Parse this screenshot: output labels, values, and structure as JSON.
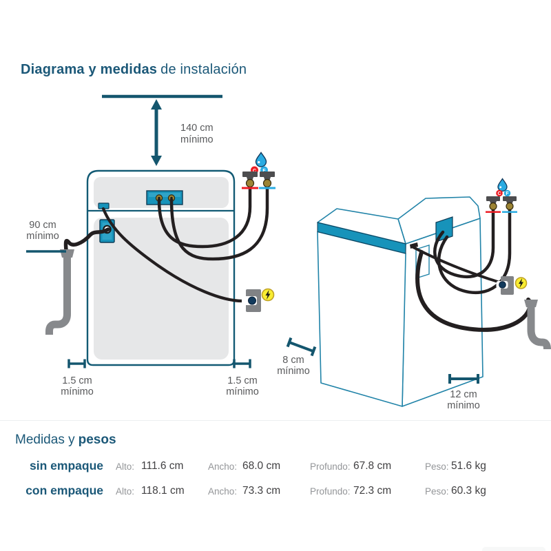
{
  "title": {
    "prefix_bold": "Diagrama y medidas",
    "suffix": "de instalación"
  },
  "measurements": {
    "top_clearance": {
      "value": "140 cm",
      "qualifier": "mínimo"
    },
    "drain_height": {
      "value": "90 cm",
      "qualifier": "mínimo"
    },
    "left_gap": {
      "value": "1.5 cm",
      "qualifier": "mínimo"
    },
    "right_gap": {
      "value": "1.5 cm",
      "qualifier": "mínimo"
    },
    "side_gap": {
      "value": "8 cm",
      "qualifier": "mínimo"
    },
    "rear_gap": {
      "value": "12 cm",
      "qualifier": "mínimo"
    }
  },
  "water_taps": {
    "hot": "C",
    "cold": "F"
  },
  "specs": {
    "heading": {
      "prefix": "Medidas y",
      "suffix_bold": "pesos"
    },
    "columns": {
      "height": "Alto:",
      "width": "Ancho:",
      "depth": "Profundo:",
      "weight": "Peso:"
    },
    "rows": [
      {
        "name": "sin empaque",
        "height": "111.6 cm",
        "width": "68.0 cm",
        "depth": "67.8 cm",
        "weight": "51.6 kg"
      },
      {
        "name": "con empaque",
        "height": "118.1 cm",
        "width": "73.3 cm",
        "depth": "72.3 cm",
        "weight": "60.3 kg"
      }
    ]
  },
  "colors": {
    "heading_blue": "#1b5878",
    "outline_teal": "#125a74",
    "accent_teal": "#1793ba",
    "bracket_teal": "#14566e",
    "hot_red": "#ed1c24",
    "cold_blue": "#29abe2",
    "power_yellow": "#f9ed32"
  }
}
